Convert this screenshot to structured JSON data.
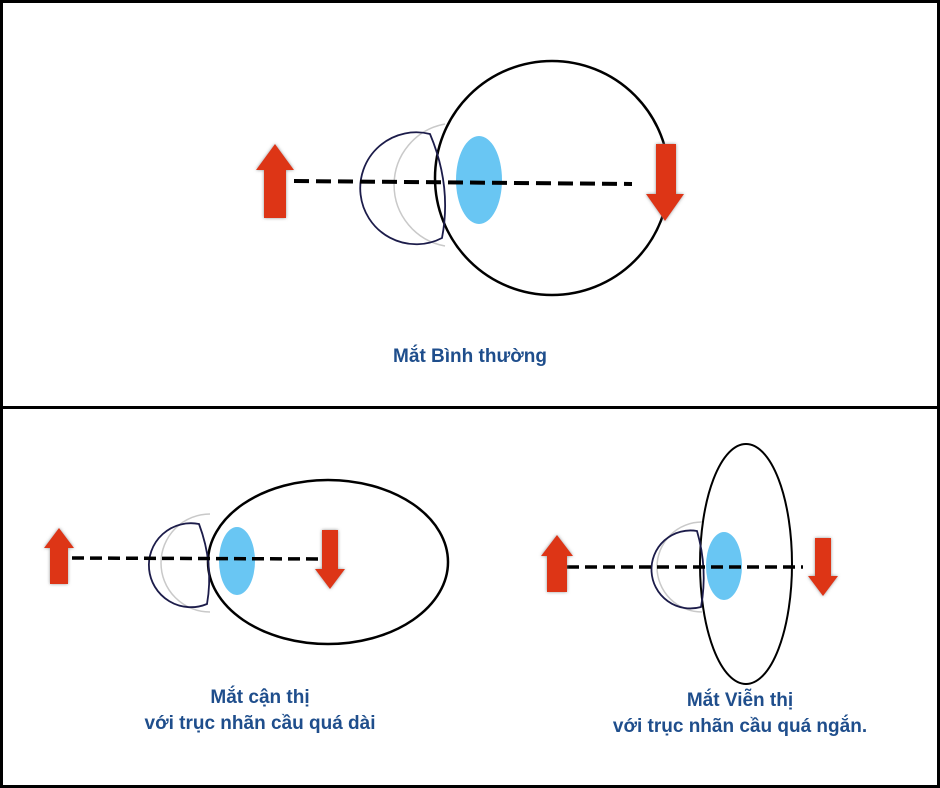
{
  "captions": {
    "normal": "Mắt Bình thường",
    "myopia_line1": "Mắt cận thị",
    "myopia_line2": "với trục nhãn cầu quá dài",
    "hyperopia_line1": "Mắt Viễn thị",
    "hyperopia_line2": "với trục nhãn cầu quá ngắn."
  },
  "colors": {
    "caption": "#1f4e8c",
    "arrow": "#dd3412",
    "lens": "#69c6f3",
    "outline": "#000000",
    "cornea": "#1c1c4a"
  }
}
